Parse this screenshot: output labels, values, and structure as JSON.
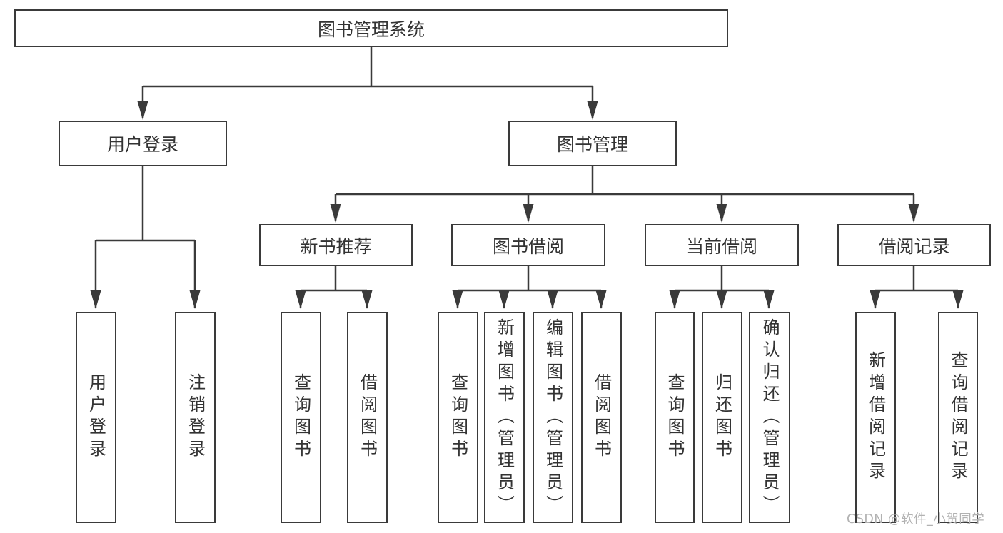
{
  "colors": {
    "line": "#3a3a3a",
    "text": "#333333",
    "watermark": "#b2b2b2",
    "background": "#ffffff"
  },
  "tree": {
    "root": {
      "label": "图书管理系统"
    },
    "branches": [
      {
        "label": "用户登录",
        "children": [
          {
            "label": "用户登录"
          },
          {
            "label": "注销登录"
          }
        ]
      },
      {
        "label": "图书管理",
        "children": [
          {
            "label": "新书推荐",
            "children": [
              {
                "label": "查询图书"
              },
              {
                "label": "借阅图书"
              }
            ]
          },
          {
            "label": "图书借阅",
            "children": [
              {
                "label": "查询图书"
              },
              {
                "label": "新增图书（管理员）"
              },
              {
                "label": "编辑图书（管理员）"
              },
              {
                "label": "借阅图书"
              }
            ]
          },
          {
            "label": "当前借阅",
            "children": [
              {
                "label": "查询图书"
              },
              {
                "label": "归还图书"
              },
              {
                "label": "确认归还（管理员）"
              }
            ]
          },
          {
            "label": "借阅记录",
            "children": [
              {
                "label": "新增借阅记录"
              },
              {
                "label": "查询借阅记录"
              }
            ]
          }
        ]
      }
    ]
  },
  "watermark": {
    "text": "CSDN @软件_小贺同学"
  }
}
